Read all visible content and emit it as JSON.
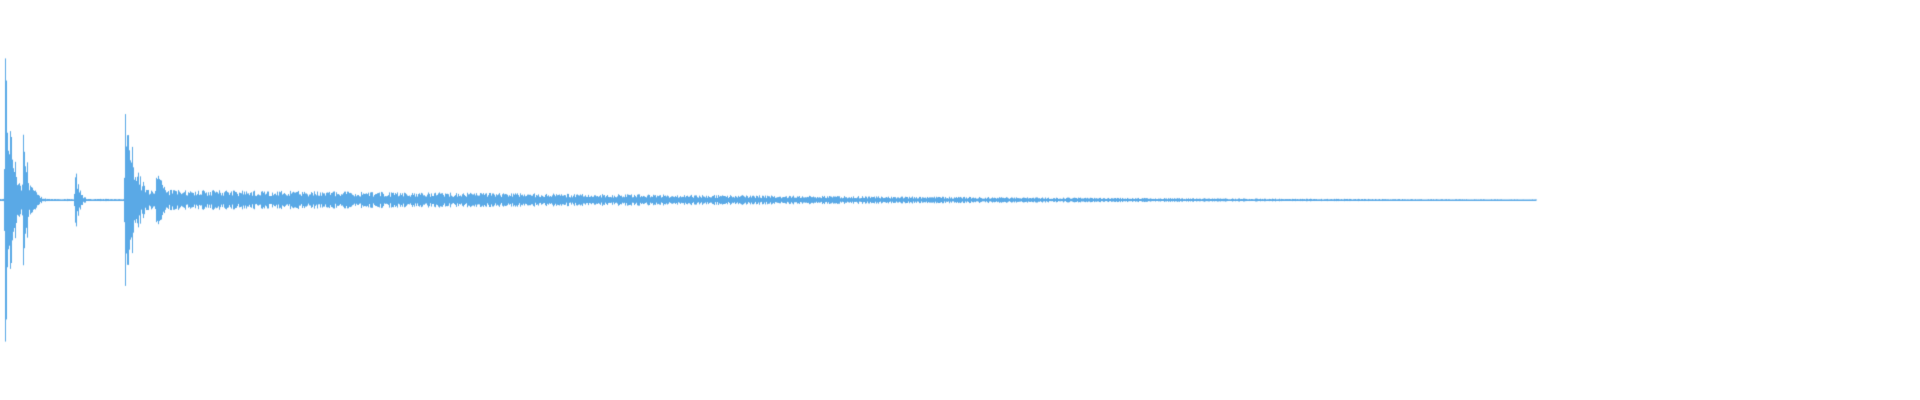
{
  "waveform": {
    "color": "#5aa9e6",
    "background": "#ffffff",
    "baseline_level": 0.0,
    "peaks": [
      {
        "t": 0.0025,
        "amp": 0.85,
        "decay": 0.004
      },
      {
        "t": 0.012,
        "amp": 0.42,
        "decay": 0.003
      },
      {
        "t": 0.039,
        "amp": 0.2,
        "decay": 0.002
      },
      {
        "t": 0.065,
        "amp": 0.55,
        "decay": 0.006
      },
      {
        "t": 0.081,
        "amp": 0.22,
        "decay": 0.004
      }
    ],
    "tail": {
      "start": 0.07,
      "end": 0.8,
      "start_amp": 0.055,
      "end_amp": 0.004
    }
  }
}
